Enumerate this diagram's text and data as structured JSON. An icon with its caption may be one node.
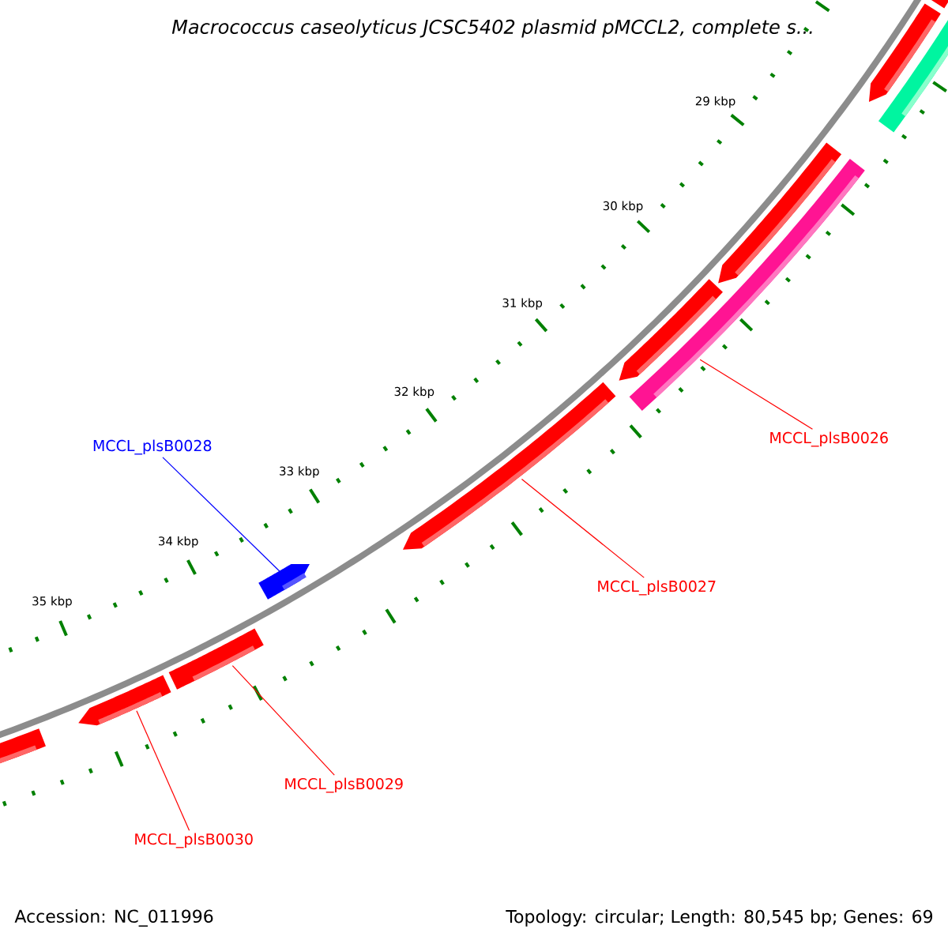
{
  "diagram": {
    "title": "Macrococcus caseolyticus JCSC5402 plasmid pMCCL2, complete s...",
    "nodes": [
      {
        "text": [
          "MCCL_plsB0026"
        ]
      },
      {
        "text": [
          "MCCL_plsB0028"
        ]
      },
      {
        "text": [
          "MCCL_plsB0027"
        ]
      },
      {
        "text": [
          "MCCL_plsB0029"
        ]
      },
      {
        "text": [
          "MCCL_plsB0030"
        ]
      },
      {
        "text": [],
        "shape": "bar"
      },
      {
        "text": [],
        "shape": "bar"
      },
      {
        "text": [],
        "shape": "bar"
      },
      {
        "text": [],
        "shape": "bar"
      },
      {
        "text": [],
        "shape": "bar"
      }
    ],
    "edges": [
      {
        "from": 0,
        "to": 5,
        "arrow": "none"
      },
      {
        "from": 1,
        "to": 6,
        "arrow": "none",
        "color": "#0000ff"
      },
      {
        "from": 2,
        "to": 7,
        "arrow": "none"
      },
      {
        "from": 3,
        "to": 8,
        "arrow": "none"
      },
      {
        "from": 4,
        "to": 9,
        "arrow": "none"
      }
    ],
    "labels": [
      "29 kbp",
      "30 kbp",
      "31 kbp",
      "32 kbp",
      "33 kbp",
      "34 kbp",
      "35 kbp",
      "Accession: NC_011996",
      "Topology: circular; Length: 80,545 bp; Genes: 69"
    ]
  }
}
